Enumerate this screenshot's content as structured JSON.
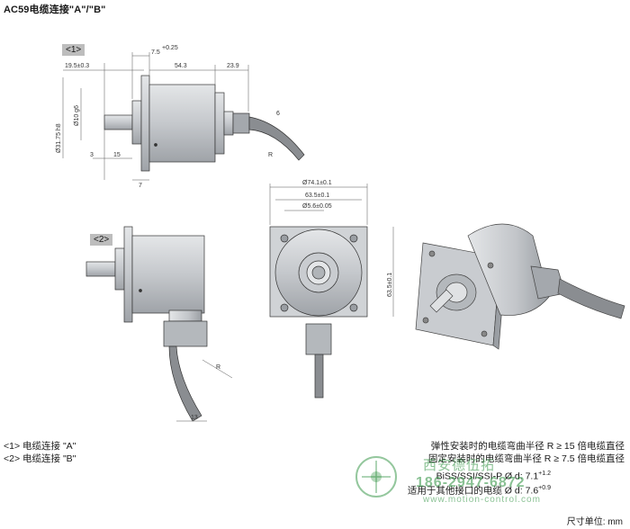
{
  "title": "AC59电缆连接\"A\"/\"B\"",
  "tags": {
    "a": "<1>",
    "b": "<2>"
  },
  "dims": {
    "d1": "7.5",
    "d1_tol": "+0.25",
    "d2": "19.5±0.3",
    "d3": "54.3",
    "d4": "23.9",
    "d5": "Ø31.75 h8",
    "d6": "Ø10 g6",
    "d7": "3",
    "d8": "15",
    "d9": "7",
    "d10": "R",
    "d11": "6",
    "d12": "Ø74.1±0.1",
    "d13": "63.5±0.1",
    "d14": "Ø5.6±0.05",
    "d15": "63.5±0.1",
    "d16": "R",
    "d17": "13"
  },
  "legend": [
    "<1> 电缆连接 \"A\"",
    "<2> 电缆连接 \"B\""
  ],
  "notes": [
    "弹性安装时的电缆弯曲半径 R ≥ 15 倍电缆直径",
    "固定安装时的电缆弯曲半径 R ≥ 7.5 倍电缆直径",
    "BiSS/SSI/SSI-P Ø d: 7.1",
    "适用于其他接口的电缆 Ø d: 7.6"
  ],
  "note_sup": [
    "+1.2",
    "+0.9"
  ],
  "unit": "尺寸单位: mm",
  "watermark": {
    "brand": "西安德伍拓",
    "phone": "186-2947-6872",
    "url": "www.motion-control.com"
  },
  "colors": {
    "part": "#c9ccd0",
    "part_dark": "#8e9296",
    "cable": "#8a8d91",
    "watermark": "#2a8f3c"
  }
}
